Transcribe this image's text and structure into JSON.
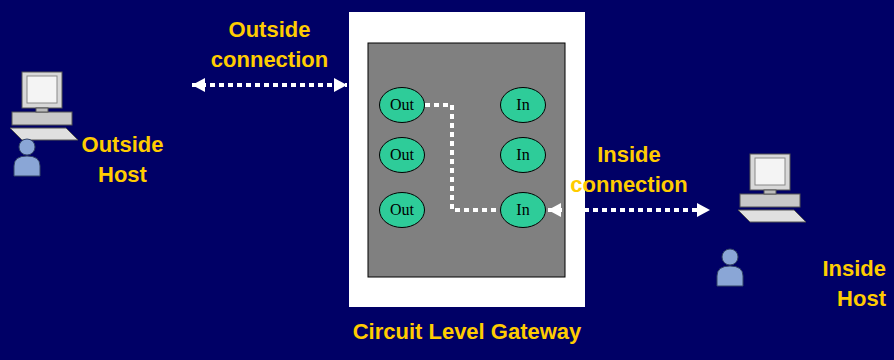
{
  "diagram": {
    "nodes": [
      {
        "text": [
          "Outside Host"
        ]
      },
      {
        "text": [
          "Circuit Level Gateway"
        ]
      },
      {
        "text": [
          "Out"
        ],
        "in": 1
      },
      {
        "text": [
          "In"
        ],
        "in": 1
      },
      {
        "text": [
          "Out"
        ],
        "in": 1
      },
      {
        "text": [
          "In"
        ],
        "in": 1
      },
      {
        "text": [
          "Out"
        ],
        "in": 1
      },
      {
        "text": [
          "In"
        ],
        "in": 1
      },
      {
        "text": [
          "Inside Host"
        ]
      }
    ],
    "edges": [
      {
        "from": 0,
        "to": 1,
        "arrow": "both",
        "label": "Outside connection"
      },
      {
        "from": 2,
        "to": 7,
        "arrow": "none"
      },
      {
        "from": 7,
        "to": 8,
        "arrow": "both",
        "label": "Inside connection"
      }
    ]
  }
}
